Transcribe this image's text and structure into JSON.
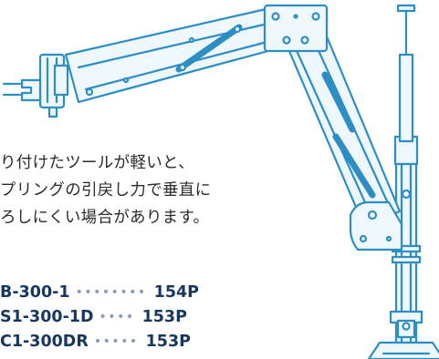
{
  "note": {
    "lines": [
      "り付けたツールが軽いと、",
      "プリングの引戻し力で垂直に",
      "ろしにくい場合があります。"
    ]
  },
  "references": [
    {
      "model": "B-300-1",
      "dots": "••••••••",
      "page": "154P"
    },
    {
      "model": "S1-300-1D",
      "dots": "••••",
      "page": "153P"
    },
    {
      "model": "C1-300DR",
      "dots": "•••••",
      "page": "153P"
    }
  ],
  "colors": {
    "line": "#2c8ec4",
    "fill": "#eef7fc",
    "text": "#2b2b2b",
    "accent": "#17375e"
  },
  "icons": {
    "illustration": "balancer-arm-illustration"
  }
}
